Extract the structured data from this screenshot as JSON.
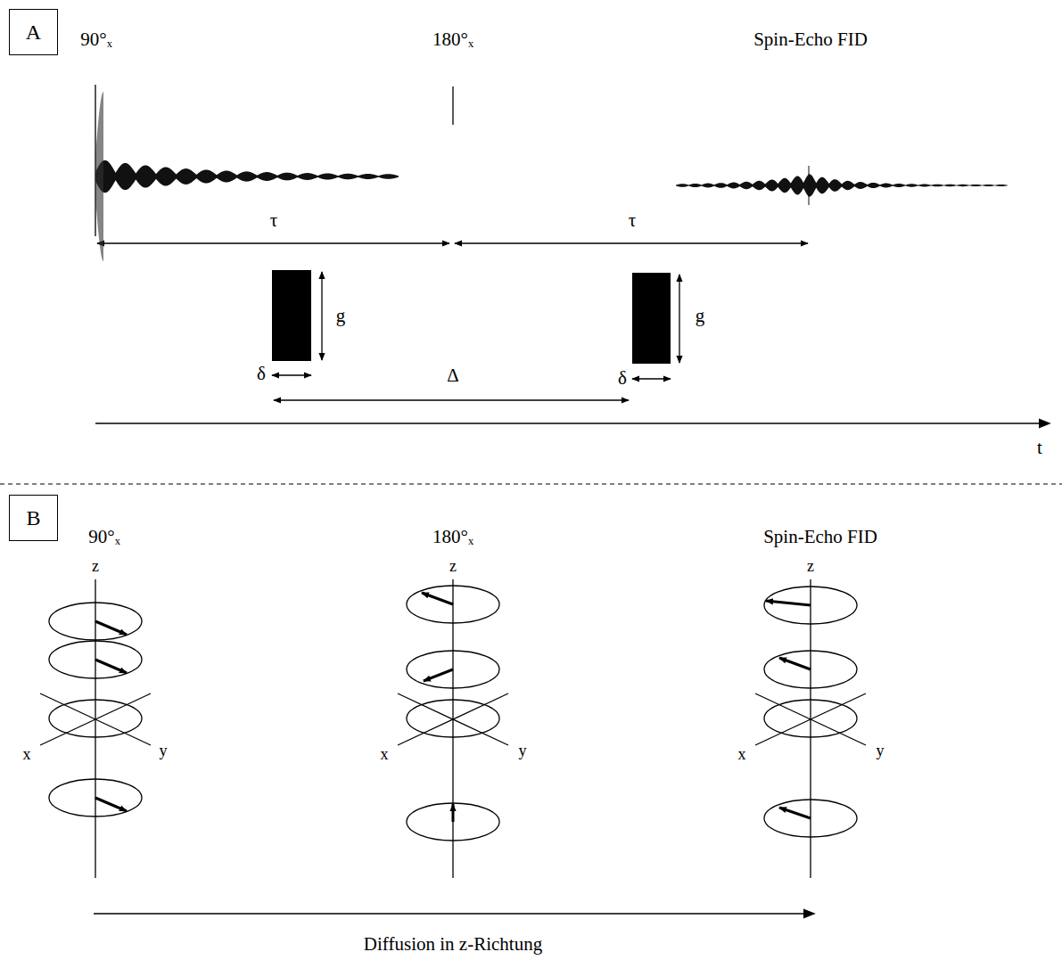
{
  "diagram": {
    "nodes": [
      {
        "text": [
          "A"
        ]
      },
      {
        "text": [
          "B"
        ]
      }
    ],
    "labels": [
      "90°ₓ",
      "180°ₓ",
      "Spin-Echo FID",
      "τ",
      "τ",
      "g",
      "δ",
      "Δ",
      "g",
      "δ",
      "t",
      "90°ₓ",
      "180°ₓ",
      "Spin-Echo FID",
      "z",
      "x",
      "y",
      "z",
      "x",
      "y",
      "z",
      "x",
      "y",
      "Diffusion in z-Richtung"
    ]
  }
}
